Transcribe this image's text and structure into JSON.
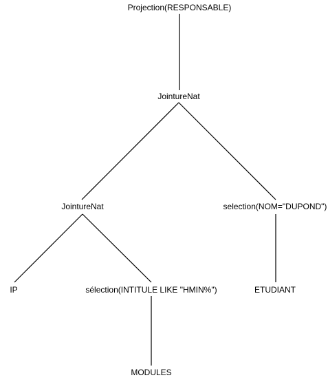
{
  "diagram": {
    "nodes": {
      "root": {
        "label": "Projection(RESPONSABLE)"
      },
      "join_top": {
        "label": "JointureNat"
      },
      "join_left": {
        "label": "JointureNat"
      },
      "selection_nom": {
        "label": "selection(NOM=\"DUPOND\")"
      },
      "ip": {
        "label": "IP"
      },
      "selection_intitule": {
        "label": "sélection(INTITULE LIKE \"HMIN%\")"
      },
      "etudiant": {
        "label": "ETUDIANT"
      },
      "modules": {
        "label": "MODULES"
      }
    }
  }
}
